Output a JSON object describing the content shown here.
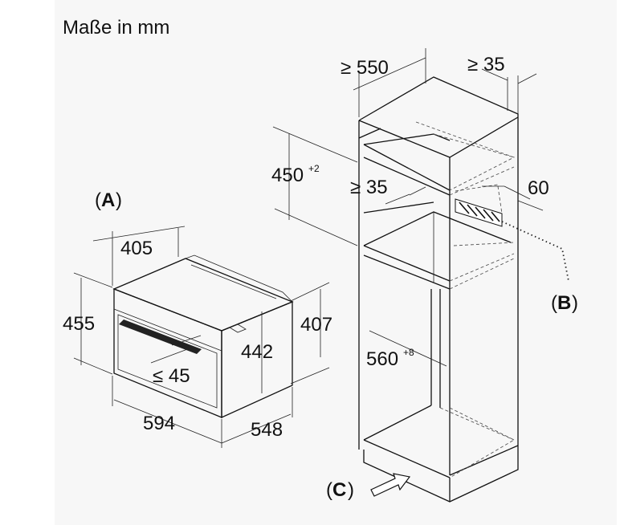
{
  "title": "Maße in mm",
  "oven": {
    "depth_top": "405",
    "height_front": "455",
    "handle_clearance": "≤ 45",
    "inner_height": "442",
    "side_height": "407",
    "width": "594",
    "depth": "548"
  },
  "cabinet": {
    "depth_min": "≥ 550",
    "back_gap": "≥ 35",
    "niche_height": "450",
    "niche_height_tol": "+2",
    "shelf_gap": "≥ 35",
    "vent_depth": "60",
    "inner_width": "560",
    "inner_width_tol": "+8"
  },
  "callouts": {
    "a": "A",
    "b": "B",
    "c": "C"
  }
}
